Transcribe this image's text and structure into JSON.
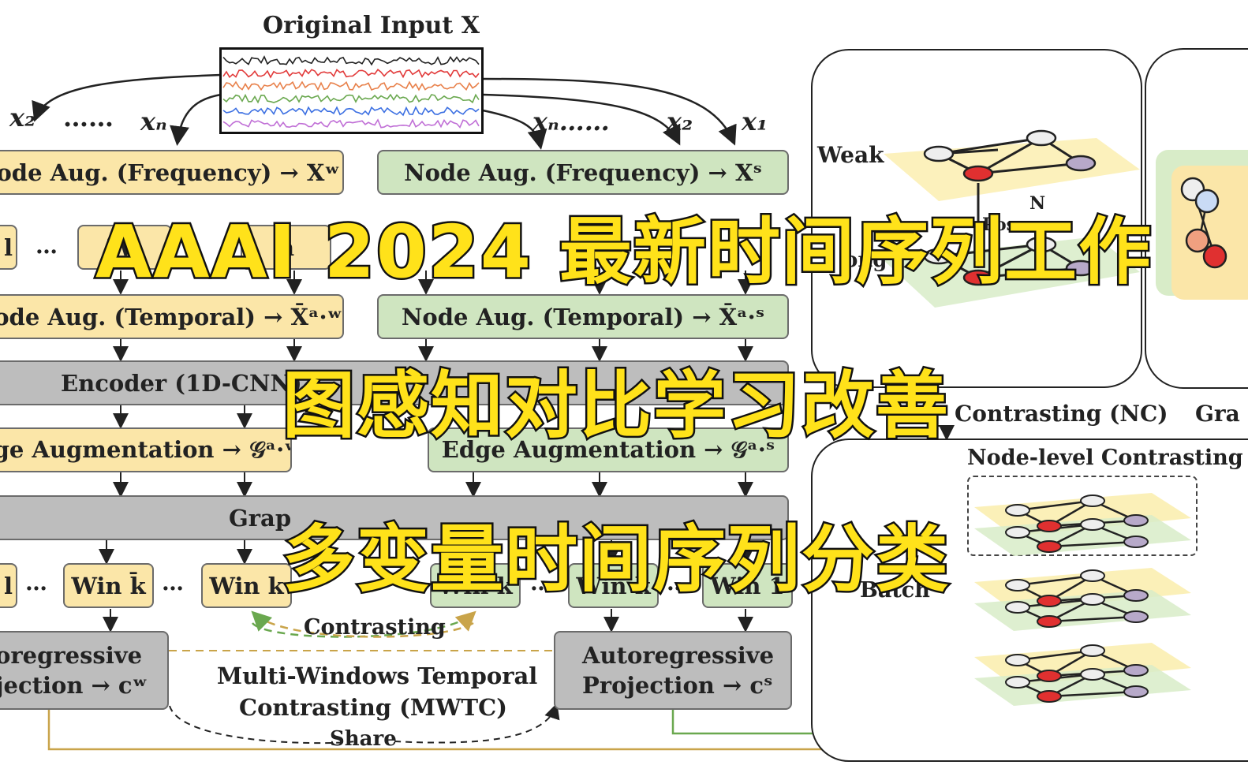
{
  "top": {
    "title": "Original Input X"
  },
  "signals": [
    {
      "color": "#222222"
    },
    {
      "color": "#e23b3b"
    },
    {
      "color": "#e8804a"
    },
    {
      "color": "#6aa84f"
    },
    {
      "color": "#3b6fe2"
    },
    {
      "color": "#c06fd6"
    }
  ],
  "left_labels": {
    "x2": "x₂",
    "dots": "……",
    "xN": "xₙ"
  },
  "right_labels": {
    "xN": "xₙ……",
    "x2": "x₂",
    "x1": "x₁"
  },
  "left": {
    "freq": "ode Aug. (Frequency) → Xʷ",
    "win_row": [
      "l",
      "…",
      "Wi",
      "n"
    ],
    "temporal": "ode Aug. (Temporal) → X̄ᵃ·ʷ",
    "encoder": "Encoder (1D-CNN)",
    "edge": "lge Augmentation → 𝒢ᵃ·ʷ",
    "graph": "Grap",
    "win2": [
      "l",
      "…",
      "Win k̄",
      "…",
      "Win k"
    ],
    "proj1": "oregressive",
    "proj2": "jection → cʷ"
  },
  "right": {
    "freq": "Node Aug. (Frequency) → Xˢ",
    "temporal": "Node Aug. (Temporal) → X̄ᵃ·ˢ",
    "edge": "Edge Augmentation → 𝒢ᵃ·ˢ",
    "win2": [
      "Win k",
      "…",
      "Win k",
      "…",
      "Win 1"
    ],
    "proj1": "Autoregressive",
    "proj2": "Projection → cˢ"
  },
  "center": {
    "contrasting": "Contrasting",
    "mwtc1": "Multi-Windows Temporal",
    "mwtc2": "Contrasting (MWTC)",
    "share": "Share"
  },
  "nc_panel": {
    "weak": "Weak",
    "pos": "Pos",
    "n": "N",
    "strong": "ong",
    "caption": "Contrasting (NC)"
  },
  "nl_panel": {
    "title": "Node-level Contrasting",
    "batch": "Batch"
  },
  "gr_caption": "Gra",
  "overlay": {
    "line1": "AAAI 2024 最新时间序列工作",
    "line2": "图感知对比学习改善",
    "line3": "多变量时间序列分类"
  },
  "colors": {
    "yellow": "#fbe6a8",
    "green": "#cfe5c0",
    "gray": "#bdbdbd",
    "overlay_text": "#ffe21a"
  }
}
